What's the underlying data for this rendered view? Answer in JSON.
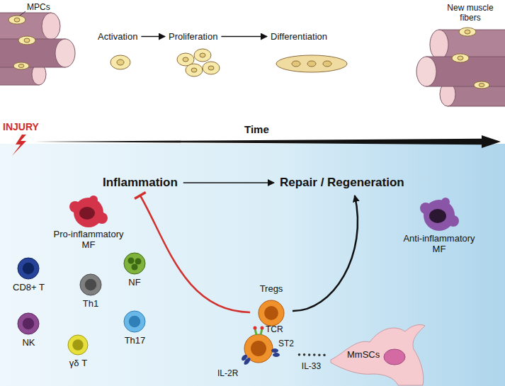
{
  "diagram": {
    "nodes": [
      {
        "text": [
          "Activation"
        ]
      },
      {
        "text": [
          "Proliferation"
        ]
      },
      {
        "text": [
          "Differentiation"
        ]
      },
      {
        "text": [
          "Inflammation"
        ]
      },
      {
        "text": [
          "Repair / Regeneration"
        ]
      },
      {
        "text": [
          "Pro-inflammatory MF"
        ]
      },
      {
        "text": [
          "CD8+ T"
        ]
      },
      {
        "text": [
          "Th1"
        ]
      },
      {
        "text": [
          "NF"
        ]
      },
      {
        "text": [
          "NK"
        ]
      },
      {
        "text": [
          "γδ T"
        ]
      },
      {
        "text": [
          "Th17"
        ]
      },
      {
        "text": [
          "Tregs"
        ]
      },
      {
        "text": [
          "Anti-inflammatory MF"
        ]
      },
      {
        "text": [
          "TCR",
          "ST2",
          "IL-2R"
        ]
      },
      {
        "text": [
          "MmSCs"
        ]
      }
    ],
    "edges": [
      {
        "from": 0,
        "to": 1,
        "arrow": "to"
      },
      {
        "from": 1,
        "to": 2,
        "arrow": "to"
      },
      {
        "from": 3,
        "to": 4,
        "arrow": "to"
      },
      {
        "from": 12,
        "to": 3,
        "arrow": "to"
      },
      {
        "from": 12,
        "to": 4,
        "arrow": "to"
      },
      {
        "from": 15,
        "to": 14,
        "arrow": "none",
        "label": "IL-33"
      }
    ],
    "labels": [
      "MPCs",
      "INJURY",
      "Time",
      "New muscle fibers"
    ]
  }
}
